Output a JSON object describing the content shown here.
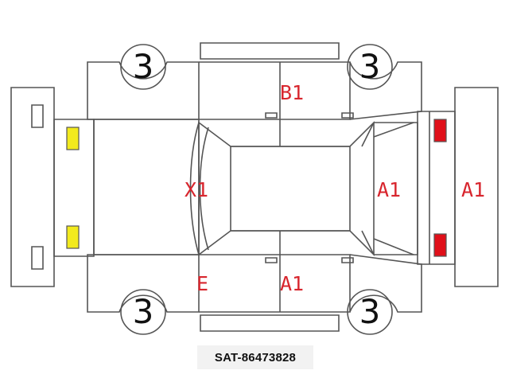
{
  "damage_labels": {
    "roof_rear": "B1",
    "hood_front": "X1",
    "windshield_side": "A1",
    "rear_bumper": "A1",
    "bottom_left": "E",
    "bottom_right": "A1"
  },
  "tires": {
    "top_left": "3",
    "top_right": "3",
    "bottom_left": "3",
    "bottom_right": "3"
  },
  "code": "SAT-86473828",
  "colors": {
    "outline": "#555555",
    "damage_text": "#d8262e",
    "front_lights": "#f2ea1d",
    "rear_lights": "#e0101a"
  }
}
